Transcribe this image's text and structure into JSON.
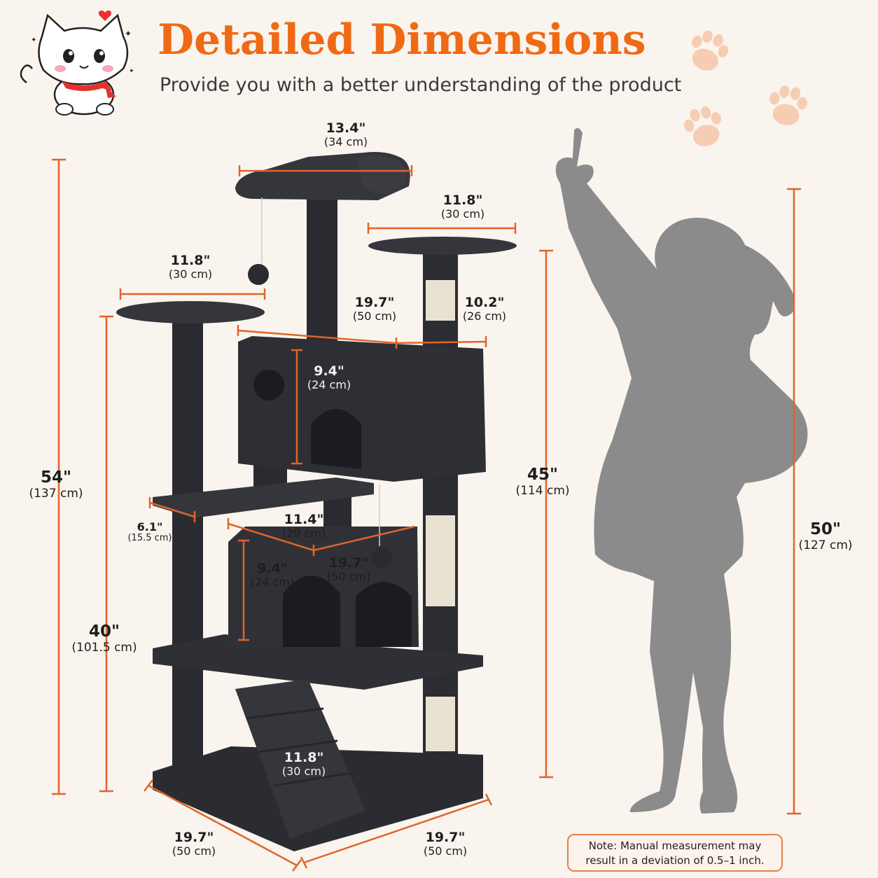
{
  "header": {
    "title": "Detailed Dimensions",
    "subtitle": "Provide you with a better understanding of the product"
  },
  "colors": {
    "accent": "#ef6a14",
    "dimension_line": "#e0642a",
    "product": "#2c2d33",
    "sisal": "#e9e2d3",
    "silhouette": "#8c8c8c",
    "paw": "#f6cdb3",
    "background": "#faf4ee"
  },
  "dimensions": {
    "top_perch_width": {
      "in": "13.4\"",
      "cm": "(34 cm)"
    },
    "right_platform_width": {
      "in": "11.8\"",
      "cm": "(30 cm)"
    },
    "left_platform_width": {
      "in": "11.8\"",
      "cm": "(30 cm)"
    },
    "upper_condo_width": {
      "in": "19.7\"",
      "cm": "(50 cm)"
    },
    "upper_condo_depth": {
      "in": "10.2\"",
      "cm": "(26 cm)"
    },
    "upper_condo_height": {
      "in": "9.4\"",
      "cm": "(24 cm)"
    },
    "total_height": {
      "in": "54\"",
      "cm": "(137 cm)"
    },
    "right_post_height": {
      "in": "45\"",
      "cm": "(114 cm)"
    },
    "shelf_width": {
      "in": "6.1\"",
      "cm": "(15.5 cm)"
    },
    "lower_condo_depth": {
      "in": "11.4\"",
      "cm": "(29 cm)"
    },
    "lower_condo_height": {
      "in": "9.4\"",
      "cm": "(24 cm)"
    },
    "lower_condo_width": {
      "in": "19.7\"",
      "cm": "(50 cm)"
    },
    "left_post_height": {
      "in": "40\"",
      "cm": "(101.5 cm)"
    },
    "ramp_length": {
      "in": "11.8\"",
      "cm": "(30 cm)"
    },
    "base_left": {
      "in": "19.7\"",
      "cm": "(50 cm)"
    },
    "base_right": {
      "in": "19.7\"",
      "cm": "(50 cm)"
    },
    "child_height": {
      "in": "50\"",
      "cm": "(127 cm)"
    }
  },
  "note": {
    "line1": "Note: Manual measurement may",
    "line2": "result in a deviation of 0.5–1 inch."
  }
}
